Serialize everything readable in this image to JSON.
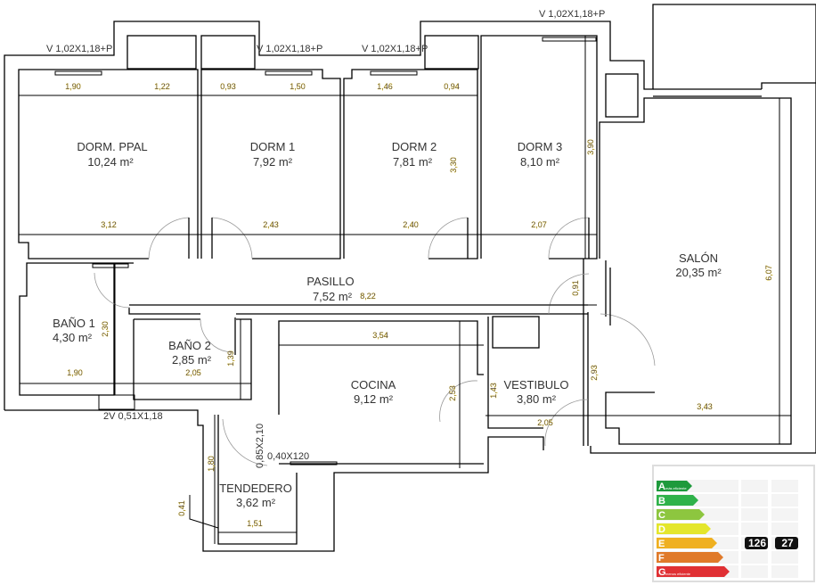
{
  "rooms": [
    {
      "name": "DORM. PPAL",
      "area": "10,24 m²"
    },
    {
      "name": "DORM 1",
      "area": "7,92 m²"
    },
    {
      "name": "DORM 2",
      "area": "7,81 m²"
    },
    {
      "name": "DORM 3",
      "area": "8,10 m²"
    },
    {
      "name": "SALÓN",
      "area": "20,35 m²"
    },
    {
      "name": "PASILLO",
      "area": "7,52 m²"
    },
    {
      "name": "BAÑO 1",
      "area": "4,30 m²"
    },
    {
      "name": "BAÑO 2",
      "area": "2,85 m²"
    },
    {
      "name": "COCINA",
      "area": "9,12 m²"
    },
    {
      "name": "VESTIBULO",
      "area": "3,80 m²"
    },
    {
      "name": "TENDEDERO",
      "area": "3,62 m²"
    }
  ],
  "windows": {
    "dorm_ppal": "V 1,02X1,18+P",
    "dorm1": "V 1,02X1,18+P",
    "dorm2": "V 1,02X1,18+P",
    "dorm3": "V 1,02X1,18+P",
    "banos": "2V 0,51X1,18",
    "tendedero_door": "0,85X2,10",
    "tendedero_window": "0,40X120"
  },
  "dimensions": {
    "dorm_ppal_top_a": "1,90",
    "dorm_ppal_top_b": "1,22",
    "dorm1_top_a": "0,93",
    "dorm1_top_b": "1,50",
    "dorm2_top_a": "1,46",
    "dorm2_top_b": "0,94",
    "dorm_ppal_bottom": "3,12",
    "dorm1_bottom": "2,43",
    "dorm2_bottom": "2,40",
    "dorm3_bottom": "2,07",
    "dorm2_height": "3,30",
    "dorm3_height": "3,90",
    "pasillo_length": "8,22",
    "pasillo_width": "0,91",
    "salon_height": "6,07",
    "salon_width": "3,43",
    "bano1_height": "2,30",
    "bano1_width": "1,90",
    "bano2_height": "1,39",
    "bano2_width": "2,05",
    "cocina_width": "3,54",
    "cocina_height": "2,53",
    "vestibulo_a": "1,43",
    "vestibulo_height": "2,93",
    "vestibulo_width": "2,05",
    "tendedero_height": "1,80",
    "tendedero_width": "1,51",
    "tendedero_small": "0,41"
  },
  "energy_label": {
    "classes": [
      {
        "letter": "A",
        "note": "más eficiente",
        "color": "#1e9a3c"
      },
      {
        "letter": "B",
        "note": "",
        "color": "#2fb24a"
      },
      {
        "letter": "C",
        "note": "",
        "color": "#8dc63f"
      },
      {
        "letter": "D",
        "note": "",
        "color": "#e4e62c"
      },
      {
        "letter": "E",
        "note": "",
        "color": "#efb020"
      },
      {
        "letter": "F",
        "note": "",
        "color": "#e07a2a"
      },
      {
        "letter": "G",
        "note": "menos eficiente",
        "color": "#e03034"
      }
    ],
    "rating_class": "E",
    "consumption_value": "126",
    "emissions_value": "27"
  }
}
